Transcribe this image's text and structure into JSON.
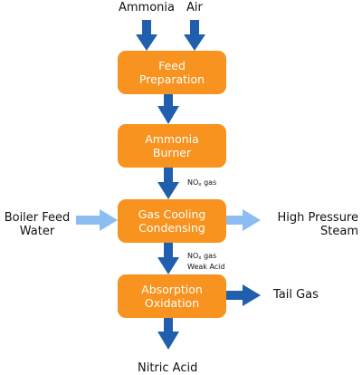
{
  "colors": {
    "box_fill": "#F7931E",
    "main_arrow": "#1F5FAE",
    "side_arrow": "#8CBDF2",
    "box_text": "#ffffff"
  },
  "inputs": {
    "ammonia": "Ammonia",
    "air": "Air",
    "boiler_feed_line1": "Boiler Feed",
    "boiler_feed_line2": "Water"
  },
  "outputs": {
    "steam_line1": "High Pressure",
    "steam_line2": "Steam",
    "tail_gas": "Tail Gas",
    "nitric_acid": "Nitric Acid"
  },
  "steps": [
    {
      "line1": "Feed",
      "line2": "Preparation"
    },
    {
      "line1": "Ammonia",
      "line2": "Burner"
    },
    {
      "line1": "Gas Cooling",
      "line2": "Condensing"
    },
    {
      "line1": "Absorption",
      "line2": "Oxidation"
    }
  ],
  "streams": {
    "nox_main": "NO",
    "nox_sub": "x",
    "gas_suffix": " gas",
    "weak_acid": "Weak Acid"
  }
}
